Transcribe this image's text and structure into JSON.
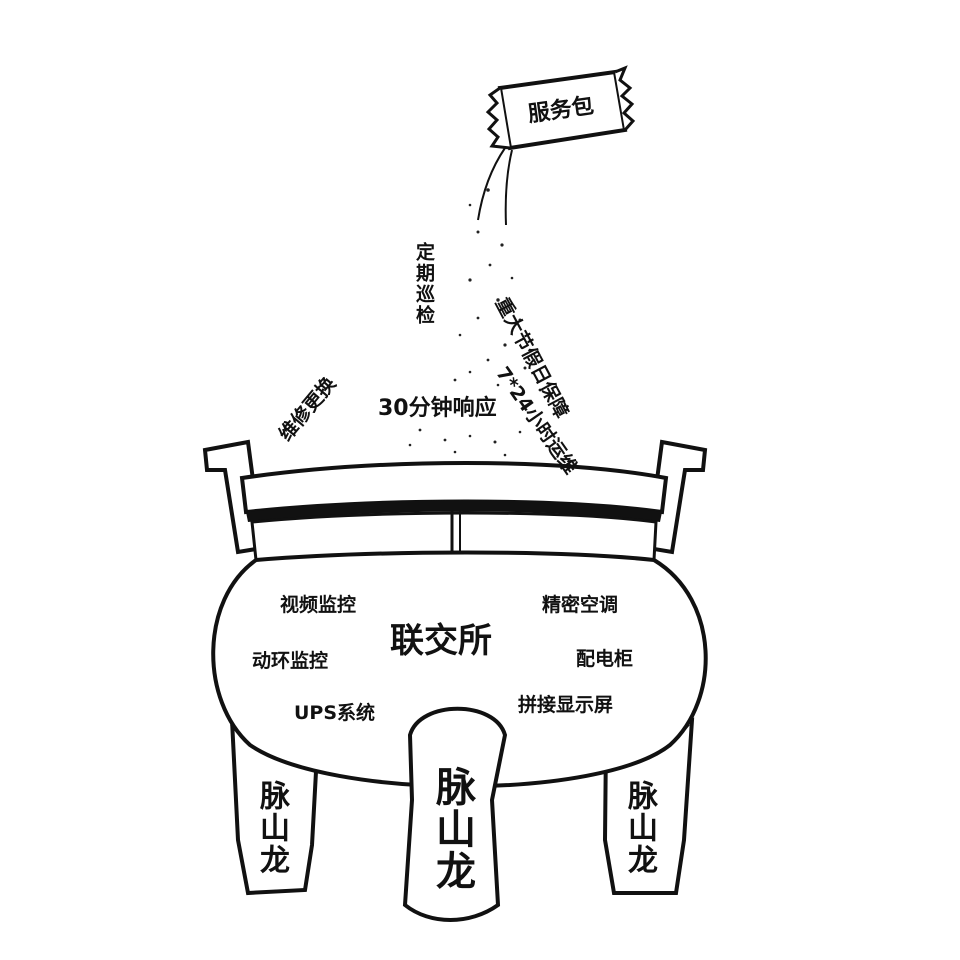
{
  "package_label": "服务包",
  "services": {
    "regular_inspection": "定期巡检",
    "holiday_guarantee": "重大节假日保障",
    "ops_247": "7*24小时运维",
    "repair_replace": "维修更换",
    "response_30min": "30分钟响应"
  },
  "cauldron": {
    "title": "联交所",
    "systems": [
      "视频监控",
      "精密空调",
      "动环监控",
      "配电柜",
      "UPS系统",
      "拼接显示屏"
    ]
  },
  "legs": {
    "left": "脉山龙",
    "center": "脉山龙",
    "right": "脉山龙"
  }
}
